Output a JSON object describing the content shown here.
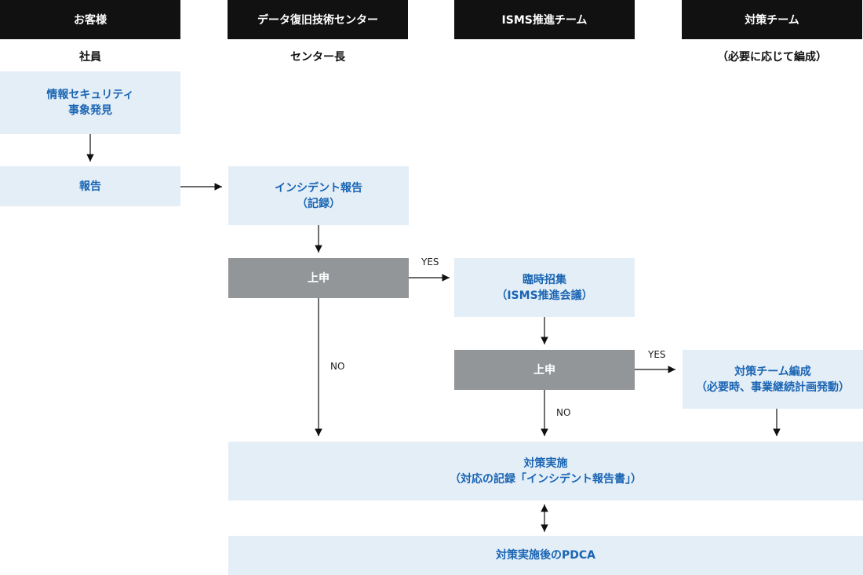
{
  "lanes": {
    "customer": {
      "title": "お客様",
      "role": "社員"
    },
    "data_center": {
      "title": "データ復旧技術センター",
      "role": "センター長"
    },
    "isms_team": {
      "title": "ISMS推進チーム",
      "role": ""
    },
    "response_team": {
      "title": "対策チーム",
      "role": "（必要に応じて編成）"
    }
  },
  "nodes": {
    "incident_found": {
      "line1": "情報セキュリティ",
      "line2": "事象発見"
    },
    "report": {
      "line1": "報告"
    },
    "incident_report": {
      "line1": "インシデント報告",
      "line2": "（記録）"
    },
    "escalate_1": {
      "line1": "上申"
    },
    "emergency_meeting": {
      "line1": "臨時招集",
      "line2": "（ISMS推進会議）"
    },
    "escalate_2": {
      "line1": "上申"
    },
    "team_formation": {
      "line1": "対策チーム編成",
      "line2": "（必要時、事業継続計画発動）"
    },
    "implement": {
      "line1": "対策実施",
      "line2": "（対応の記録「インシデント報告書」）"
    },
    "pdca": {
      "line1": "対策実施後のPDCA"
    }
  },
  "edge_labels": {
    "escalate1_yes": "YES",
    "escalate1_no": "NO",
    "escalate2_yes": "YES",
    "escalate2_no": "NO"
  },
  "colors": {
    "header_bg": "#111111",
    "box_blue_bg": "#e4eef7",
    "box_blue_text": "#1a65b3",
    "box_gray_bg": "#929699",
    "connector": "#111111"
  }
}
